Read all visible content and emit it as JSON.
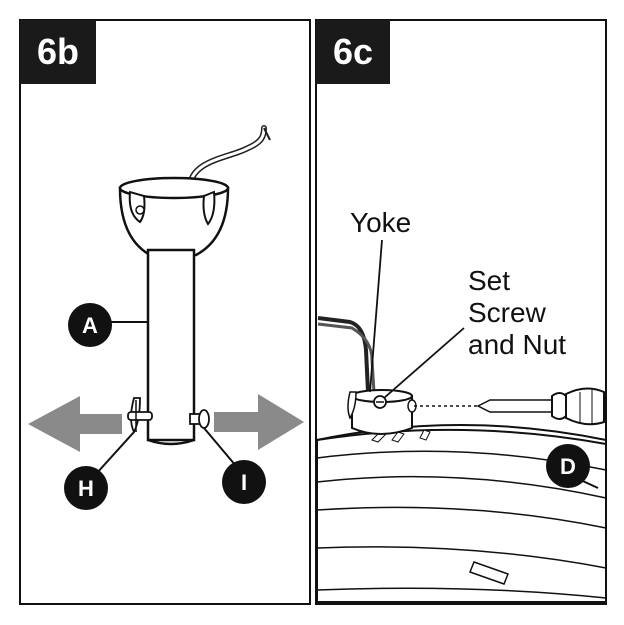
{
  "panels": [
    {
      "tag": "6b"
    },
    {
      "tag": "6c"
    }
  ],
  "callouts": {
    "a": "A",
    "h": "H",
    "i": "I",
    "d": "D"
  },
  "labels": {
    "yoke": "Yoke",
    "set_screw": [
      "Set",
      "Screw",
      "and Nut"
    ]
  },
  "colors": {
    "frame": "#111111",
    "tag_bg": "#1a1a1a",
    "tag_text": "#ffffff",
    "arrow": "#8a8a8a",
    "callout_bg": "#111111"
  }
}
